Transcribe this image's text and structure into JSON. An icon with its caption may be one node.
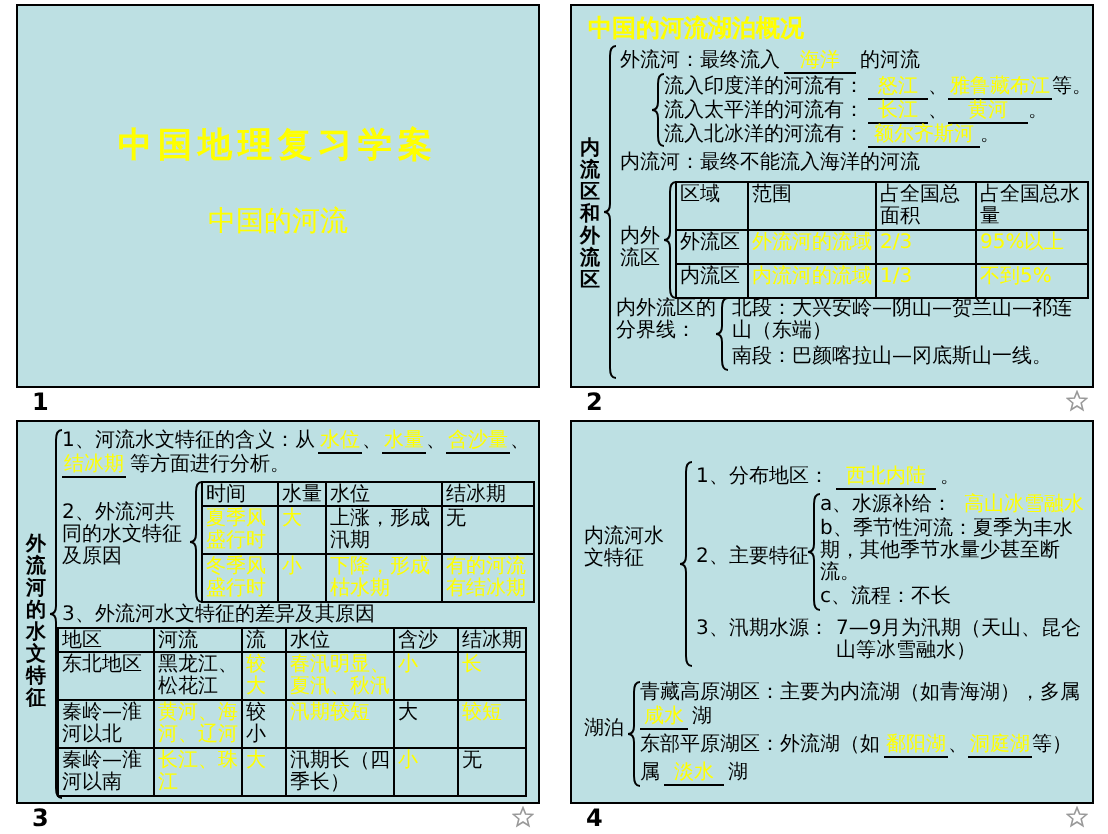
{
  "diagram": {
    "nodes": [
      {
        "text": [
          "中国地理复习学案",
          "中国的河流"
        ],
        "beside": [
          "1"
        ]
      },
      {
        "text": [
          "中国的河流湖泊概况",
          "内流区和外流区",
          "外流河：最终流入",
          "海洋",
          "的河流",
          "流入印度洋的河流有：",
          "怒江",
          "、",
          "雅鲁藏布江",
          "等。",
          "流入太平洋的河流有：",
          "长江",
          "、",
          "黄河",
          "。",
          "流入北冰洋的河流有：",
          "额尔齐斯河",
          "。",
          "内流河：最终不能流入海洋的河流",
          "内外流区",
          "区域",
          "范围",
          "占全国总面积",
          "占全国总水量",
          "外流区",
          "外流河的流域",
          "2/3",
          "95%以上",
          "内流区",
          "内流河的流域",
          "1/3",
          "不到5%",
          "内外流区的分界线：",
          "北段：大兴安岭—阴山—贺兰山—祁连山（东端）",
          "南段：巴颜喀拉山—冈底斯山一线。"
        ],
        "beside": [
          "2"
        ]
      },
      {
        "text": [
          "外流河的水文特征",
          "1、河流水文特征的含义：从",
          "水位",
          "、",
          "水量",
          "、",
          "含沙量",
          "、",
          "结冰期",
          "等方面进行分析。",
          "2、外流河共同的水文特征及原因",
          "时间",
          "水量",
          "水位",
          "结冰期",
          "夏季风盛行时",
          "大",
          "上涨，形成汛期",
          "无",
          "冬季风盛行时",
          "小",
          "下降，形成枯水期",
          "有的河流有结冰期",
          "3、外流河水文特征的差异及其原因",
          "地区",
          "河流",
          "流量",
          "水位",
          "含沙量",
          "结冰期",
          "东北地区",
          "黑龙江、松花江",
          "较大",
          "春汛明显、夏汛、秋汛",
          "小",
          "长",
          "秦岭—淮河以北",
          "黄河、海河、辽河",
          "较小",
          "汛期较短",
          "大",
          "较短",
          "秦岭—淮河以南",
          "长江、珠江",
          "大",
          "汛期长（四季长）",
          "小",
          "无"
        ],
        "beside": [
          "3"
        ]
      },
      {
        "text": [
          "内流河水文特征",
          "1、分布地区：",
          "西北内陆",
          "。",
          "2、主要特征",
          "a、水源补给：",
          "高山冰雪融水",
          "b、季节性河流：夏季为丰水期，其他季节水量少甚至断流。",
          "c、流程：不长",
          "3、汛期水源：",
          "7—9月为汛期（天山、昆仑山等冰雪融水）",
          "湖泊",
          "青藏高原湖区：主要为内流湖（如青海湖），多属",
          "咸水",
          "湖",
          "东部平原湖区：外流湖（如",
          "鄱阳湖",
          "、",
          "洞庭湖",
          "等）",
          "属",
          "淡水",
          "湖"
        ],
        "beside": [
          "4"
        ]
      }
    ]
  }
}
